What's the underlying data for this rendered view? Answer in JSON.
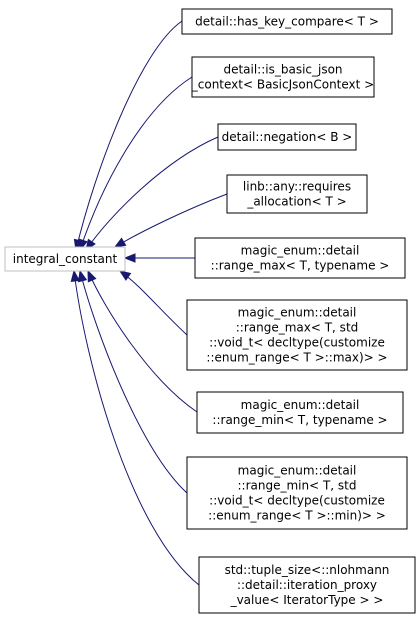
{
  "diagram": {
    "base": {
      "lines": [
        "integral_constant"
      ]
    },
    "derived": [
      {
        "id": "has-key-compare",
        "lines": [
          "detail::has_key_compare< T >"
        ]
      },
      {
        "id": "is-basic-json-context",
        "lines": [
          "detail::is_basic_json",
          "_context< BasicJsonContext >"
        ]
      },
      {
        "id": "negation",
        "lines": [
          "detail::negation< B >"
        ]
      },
      {
        "id": "any-requires-allocation",
        "lines": [
          "linb::any::requires",
          "_allocation< T >"
        ]
      },
      {
        "id": "range-max-typename",
        "lines": [
          "magic_enum::detail",
          "::range_max< T, typename >"
        ]
      },
      {
        "id": "range-max-void-t",
        "lines": [
          "magic_enum::detail",
          "::range_max< T, std",
          "::void_t< decltype(customize",
          "::enum_range< T >::max)> >"
        ]
      },
      {
        "id": "range-min-typename",
        "lines": [
          "magic_enum::detail",
          "::range_min< T, typename >"
        ]
      },
      {
        "id": "range-min-void-t",
        "lines": [
          "magic_enum::detail",
          "::range_min< T, std",
          "::void_t< decltype(customize",
          "::enum_range< T >::min)> >"
        ]
      },
      {
        "id": "tuple-size-iteration-proxy",
        "lines": [
          "std::tuple_size<::nlohmann",
          "::detail::iteration_proxy",
          "_value< IteratorType > >"
        ]
      }
    ],
    "colors": {
      "edge": "#191970",
      "base_border": "#bfbfbf",
      "node_border": "#000000"
    }
  }
}
